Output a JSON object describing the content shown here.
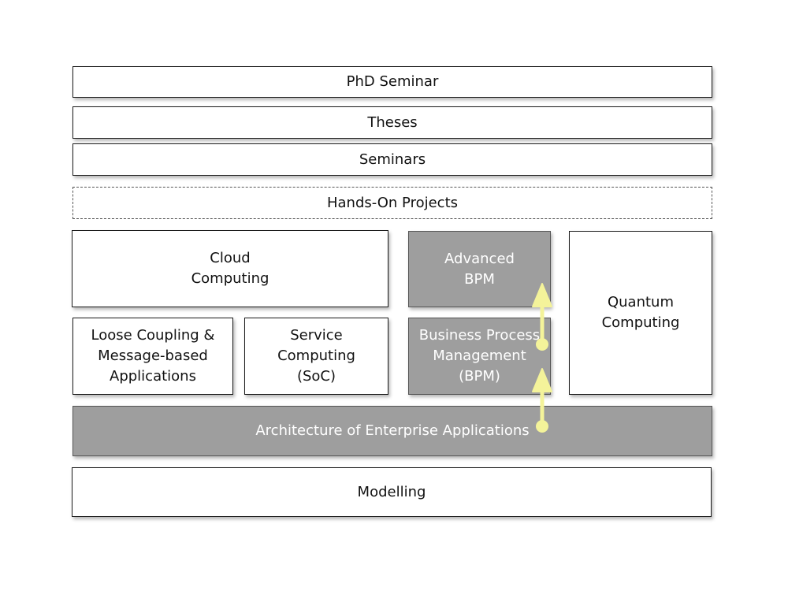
{
  "diagram": {
    "boxes": {
      "phd_seminar": "PhD Seminar",
      "theses": "Theses",
      "seminars": "Seminars",
      "hands_on_projects": "Hands-On Projects",
      "cloud_computing": "Cloud\nComputing",
      "advanced_bpm": "Advanced\nBPM",
      "quantum_computing": "Quantum\nComputing",
      "loose_coupling": "Loose Coupling &\nMessage-based\nApplications",
      "service_computing": "Service\nComputing\n(SoC)",
      "bpm": "Business Process\nManagement\n(BPM)",
      "architecture": "Architecture of Enterprise Applications",
      "modelling": "Modelling"
    },
    "colors": {
      "highlight_box": "#9e9e9e",
      "arrow": "#f4f39a"
    }
  }
}
